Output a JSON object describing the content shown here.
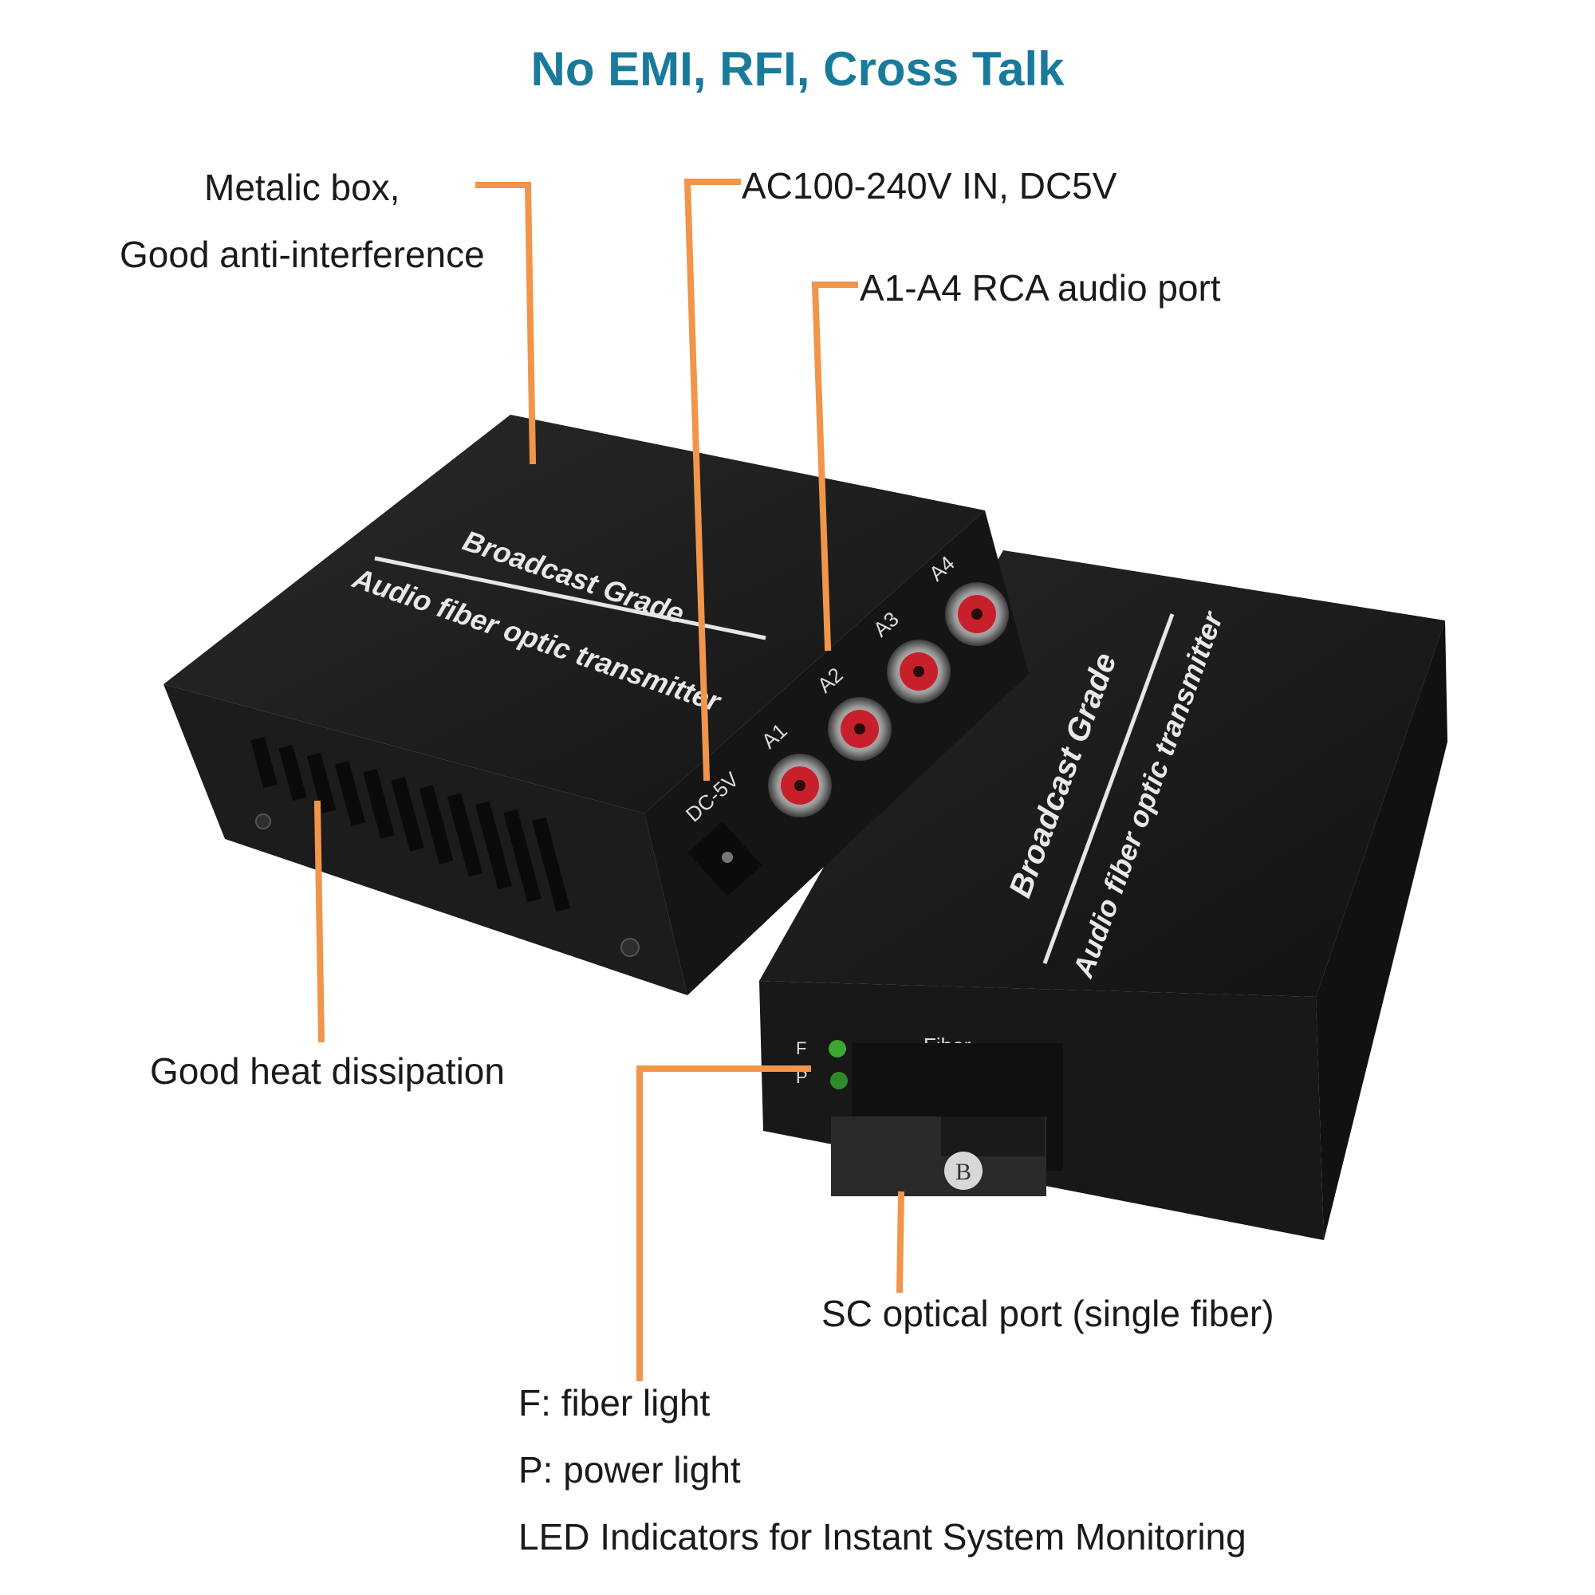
{
  "headline": "No EMI, RFI, Cross Talk",
  "callouts": {
    "metal_box_line1": "Metalic box,",
    "metal_box_line2": "Good anti-interference",
    "power_input": "AC100-240V IN, DC5V",
    "rca_ports": "A1-A4 RCA audio port",
    "heat": "Good heat dissipation",
    "sc_port": "SC optical port (single fiber)",
    "led_fiber": "F: fiber light",
    "led_power": "P: power light",
    "led_summary": "LED Indicators for Instant System Monitoring"
  },
  "device_labels": {
    "grade": "Broadcast Grade",
    "product": "Audio fiber optic transmitter",
    "dc_jack": "DC-5V",
    "ports": [
      "A1",
      "A2",
      "A3",
      "A4"
    ],
    "fiber": "Fiber",
    "led_f": "F",
    "led_p": "P",
    "sc_mark": "B"
  },
  "colors": {
    "headline": "#1a7a9c",
    "leader_lines": "#f0954a",
    "device_body": "#1e1e1e",
    "rca_insert": "#c8202a",
    "led": "#3aa832"
  }
}
